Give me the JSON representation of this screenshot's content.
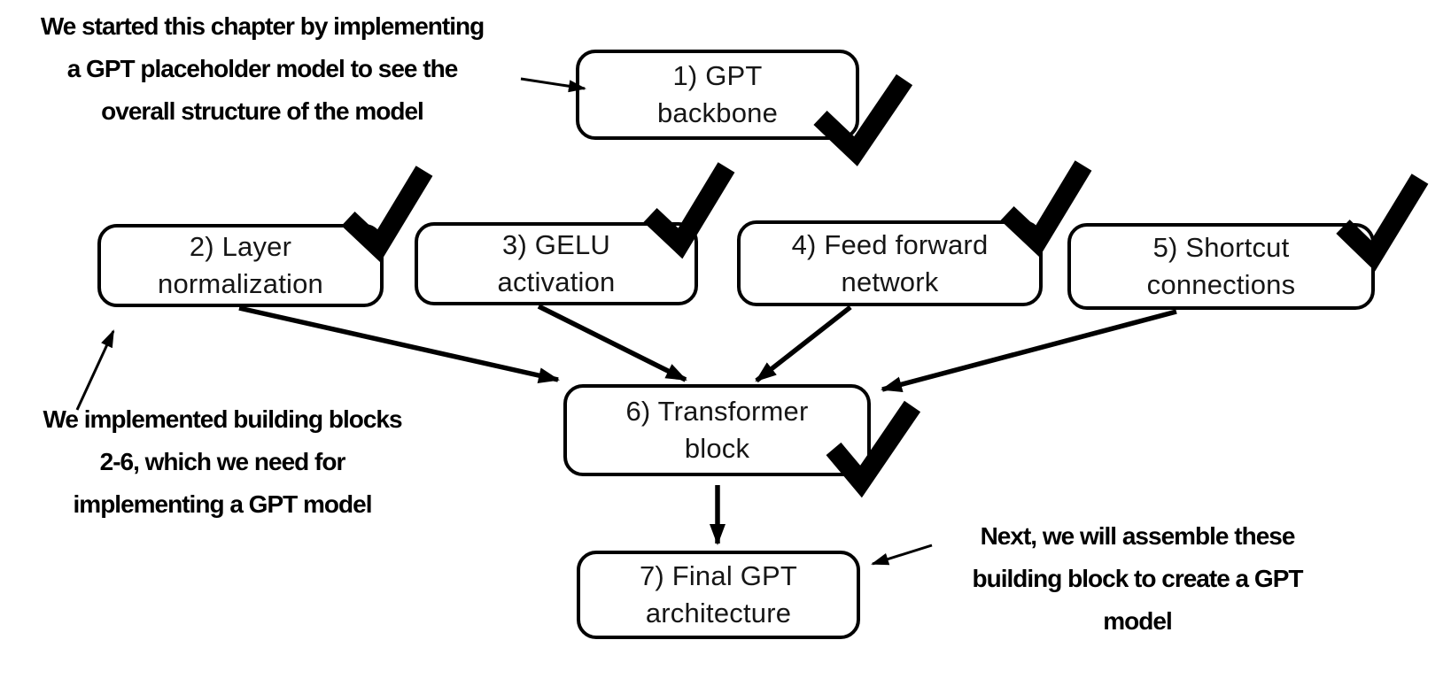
{
  "colors": {
    "background": "#ffffff",
    "box_fill": "#ffffff",
    "box_border": "#000000",
    "line": "#000000",
    "text": "#161616",
    "annotation_text": "#000000"
  },
  "icons": {
    "checkmark": "✔",
    "arrowhead": "➤"
  },
  "boxes": [
    {
      "id": "gpt-backbone",
      "lines": [
        "1) GPT",
        "backbone"
      ],
      "checked": true
    },
    {
      "id": "layer-normalization",
      "lines": [
        "2) Layer",
        "normalization"
      ],
      "checked": true
    },
    {
      "id": "gelu-activation",
      "lines": [
        "3) GELU",
        "activation"
      ],
      "checked": true
    },
    {
      "id": "feed-forward-network",
      "lines": [
        "4) Feed forward",
        "network"
      ],
      "checked": true
    },
    {
      "id": "shortcut-connections",
      "lines": [
        "5) Shortcut",
        "connections"
      ],
      "checked": true
    },
    {
      "id": "transformer-block",
      "lines": [
        "6) Transformer",
        "block"
      ],
      "checked": true
    },
    {
      "id": "final-gpt-architecture",
      "lines": [
        "7) Final GPT",
        "architecture"
      ],
      "checked": false
    }
  ],
  "annotations": {
    "top_left": {
      "lines": [
        "We started this chapter by implementing",
        "a GPT placeholder model to see the",
        "overall structure of the model"
      ],
      "points_to": "gpt-backbone"
    },
    "middle_left": {
      "lines": [
        "We implemented building blocks",
        "2-6, which we need for",
        "implementing a GPT model"
      ],
      "points_to": "layer-normalization"
    },
    "bottom_right": {
      "lines": [
        "Next, we will assemble these",
        "building block to create a GPT",
        "model"
      ],
      "points_to": "final-gpt-architecture"
    }
  },
  "edges": [
    {
      "from": "top-left-annotation",
      "to": "gpt-backbone"
    },
    {
      "from": "layer-normalization",
      "to": "transformer-block"
    },
    {
      "from": "gelu-activation",
      "to": "transformer-block"
    },
    {
      "from": "feed-forward-network",
      "to": "transformer-block"
    },
    {
      "from": "shortcut-connections",
      "to": "transformer-block"
    },
    {
      "from": "middle-left-annotation",
      "to": "layer-normalization"
    },
    {
      "from": "transformer-block",
      "to": "final-gpt-architecture"
    },
    {
      "from": "bottom-right-annotation",
      "to": "final-gpt-architecture"
    }
  ]
}
